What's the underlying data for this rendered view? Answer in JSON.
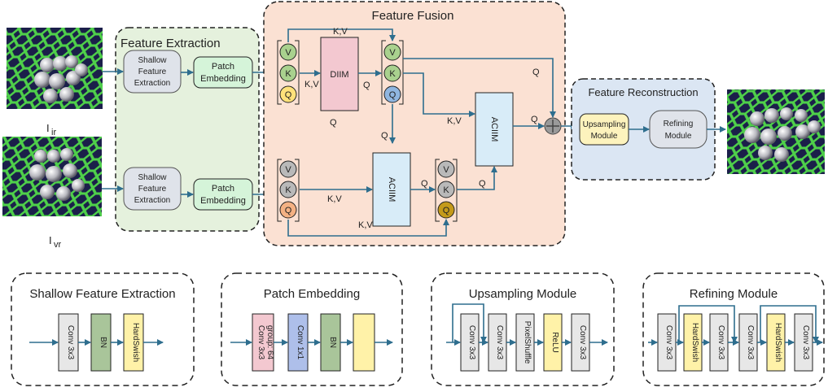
{
  "images": {
    "ir_label": "I",
    "ir_sub": "ir",
    "vr_label": "I",
    "vr_sub": "vr"
  },
  "sections": {
    "extraction": "Feature Extraction",
    "fusion": "Feature Fusion",
    "reconstruction": "Feature Reconstruction"
  },
  "blocks": {
    "shallow_1": "Shallow",
    "shallow_2": "Feature",
    "shallow_3": "Extraction",
    "patch_1": "Patch",
    "patch_2": "Embedding",
    "diim": "DIIM",
    "aciim": "ACIIM",
    "upsampling_1": "Upsampling",
    "upsampling_2": "Module",
    "refining_1": "Refining",
    "refining_2": "Module"
  },
  "qkv": {
    "v": "V",
    "k": "K",
    "q": "Q"
  },
  "edges": {
    "kv": "K,V",
    "q": "Q"
  },
  "details": {
    "shallow_title": "Shallow Feature Extraction",
    "patch_title": "Patch Embedding",
    "upsampling_title": "Upsampling Module",
    "refining_title": "Refining Module",
    "conv3x3": "Conv 3x3",
    "conv1x1": "Conv 1x1",
    "bn": "BN",
    "hardswish": "HardSwish",
    "pixelshuffle": "PixelShuffle",
    "relu": "ReLU",
    "conv_group_1": "Conv 3x3",
    "conv_group_2": "group: 64"
  },
  "colors": {
    "green_panel": "#e5f1dd",
    "fusion_panel": "#fbe1d3",
    "recon_panel": "#dbe6f3",
    "patch_block": "#d5f4d9",
    "shallow_block": "#dfe3ea",
    "diim_block": "#f3c8d0",
    "aciim_block": "#d8ecf8",
    "upsampling_block": "#fdf3bd",
    "arrow": "#2e6e8e",
    "circle_v": "#a9d18e",
    "circle_k": "#a9d18e",
    "circle_q_yellow": "#ffe17a",
    "circle_gray": "#b9b9b9",
    "circle_blue": "#8fb6e0",
    "circle_orange": "#f4b183",
    "circle_brown": "#c49a1a",
    "conv_gray": "#e7e7e7",
    "bn_green": "#a9c59a",
    "hardswish_yellow": "#fff2a8",
    "pink": "#f3c8d0",
    "blue": "#aebfea"
  }
}
